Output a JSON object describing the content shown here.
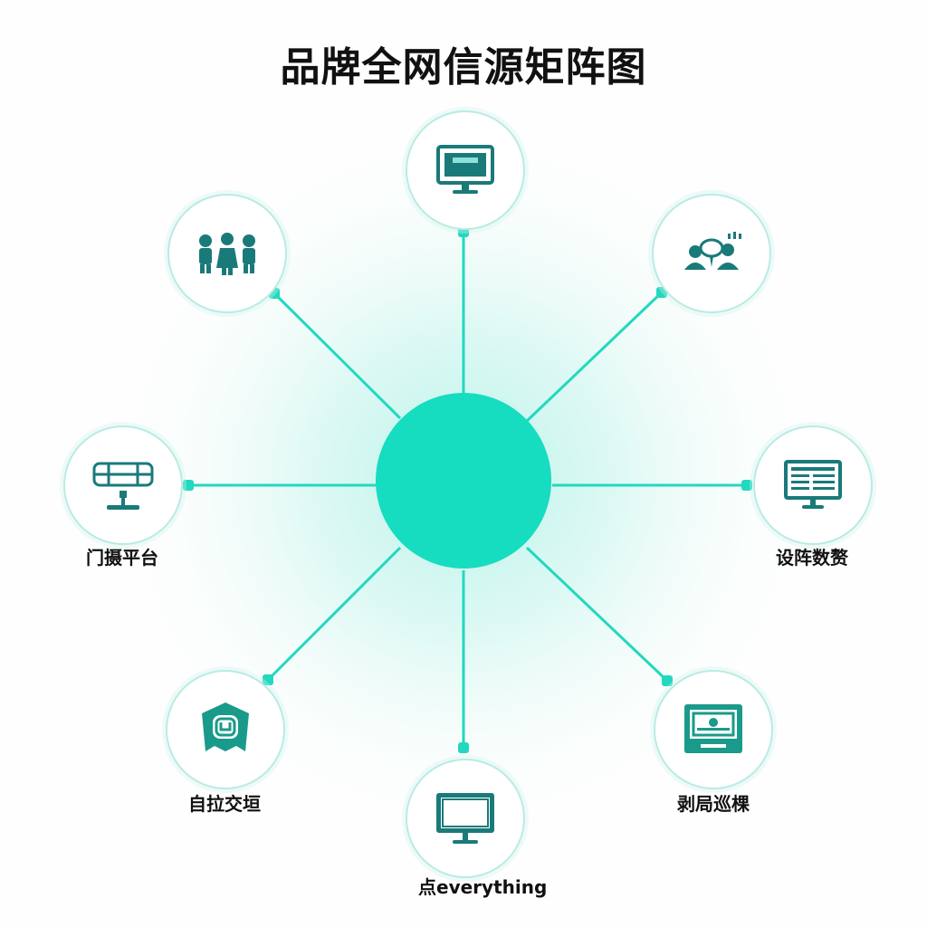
{
  "title": "品牌全网信源矩阵图",
  "colors": {
    "accent": "#1ed8bf",
    "icon": "#1a7a7a",
    "ring": "#b9ebe4",
    "hub": "#16dcc0"
  },
  "nodes": [
    {
      "id": "top",
      "icon": "monitor-icon",
      "label": ""
    },
    {
      "id": "top-right",
      "icon": "discussion-group-icon",
      "label": ""
    },
    {
      "id": "right",
      "icon": "data-screen-icon",
      "label": "设阵数赘"
    },
    {
      "id": "bottom-right",
      "icon": "video-card-icon",
      "label": "剥局巡棵"
    },
    {
      "id": "bottom",
      "icon": "monitor-icon",
      "label": "点everything"
    },
    {
      "id": "bottom-left",
      "icon": "shield-badge-icon",
      "label": "自拉交垣"
    },
    {
      "id": "left",
      "icon": "billboard-icon",
      "label": "门摄平台"
    },
    {
      "id": "top-left",
      "icon": "people-group-icon",
      "label": ""
    }
  ]
}
